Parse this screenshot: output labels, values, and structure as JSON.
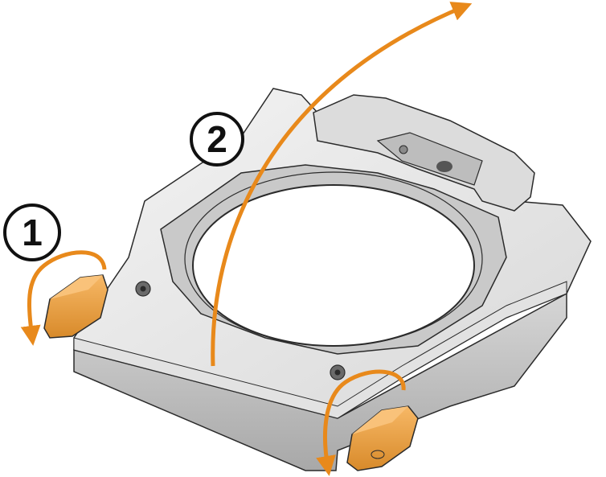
{
  "steps": [
    {
      "number": "1",
      "action": "rotate-locking-levers"
    },
    {
      "number": "2",
      "action": "lift-out-plate"
    }
  ],
  "colors": {
    "arrow": "#e8891b",
    "lever": "#f2a54a",
    "lever_shadow": "#c97a1e",
    "metal_light": "#e9e9e9",
    "metal_mid": "#cfcfcf",
    "metal_dark": "#9a9a9a",
    "outline": "#2b2b2b"
  }
}
